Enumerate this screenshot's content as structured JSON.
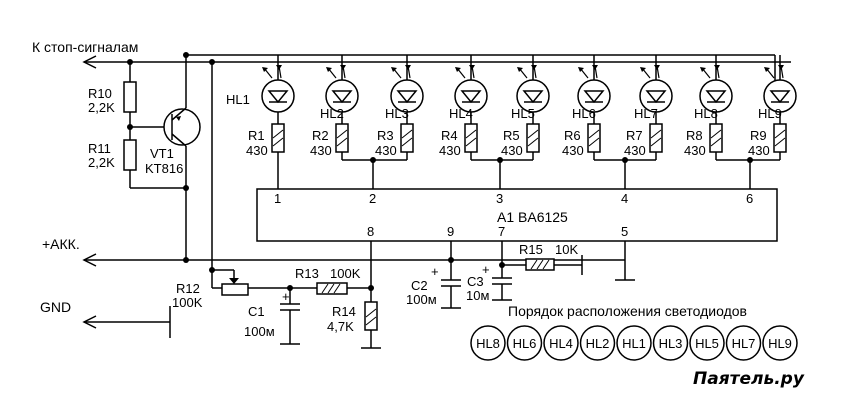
{
  "labels": {
    "stop": "К стоп-сигналам",
    "akk": "+АКК.",
    "gnd": "GND",
    "chip": "A1 BA6125",
    "order_title": "Порядок расположения светодиодов",
    "watermark": "Паятель.ру"
  },
  "components": {
    "r10": {
      "name": "R10",
      "value": "2,2K"
    },
    "r11": {
      "name": "R11",
      "value": "2,2K"
    },
    "vt1": {
      "name": "VT1",
      "value": "KT816"
    },
    "r12": {
      "name": "R12",
      "value": "100K"
    },
    "r13": {
      "name": "R13",
      "value": "100K"
    },
    "r14": {
      "name": "R14",
      "value": "4,7K"
    },
    "r15": {
      "name": "R15",
      "value": "10K"
    },
    "c1": {
      "name": "C1",
      "value": "100м"
    },
    "c2": {
      "name": "C2",
      "value": "100м"
    },
    "c3": {
      "name": "C3",
      "value": "10м"
    }
  },
  "leds": [
    {
      "name": "HL1",
      "res": "R1",
      "value": "430"
    },
    {
      "name": "HL2",
      "res": "R2",
      "value": "430"
    },
    {
      "name": "HL3",
      "res": "R3",
      "value": "430"
    },
    {
      "name": "HL4",
      "res": "R4",
      "value": "430"
    },
    {
      "name": "HL5",
      "res": "R5",
      "value": "430"
    },
    {
      "name": "HL6",
      "res": "R6",
      "value": "430"
    },
    {
      "name": "HL7",
      "res": "R7",
      "value": "430"
    },
    {
      "name": "HL8",
      "res": "R8",
      "value": "430"
    },
    {
      "name": "HL9",
      "res": "R9",
      "value": "430"
    }
  ],
  "chip_pins": {
    "top": [
      "1",
      "2",
      "3",
      "4",
      "6"
    ],
    "bottom": [
      "8",
      "9",
      "7",
      "5"
    ]
  },
  "order": [
    "HL8",
    "HL6",
    "HL4",
    "HL2",
    "HL1",
    "HL3",
    "HL5",
    "HL7",
    "HL9"
  ]
}
